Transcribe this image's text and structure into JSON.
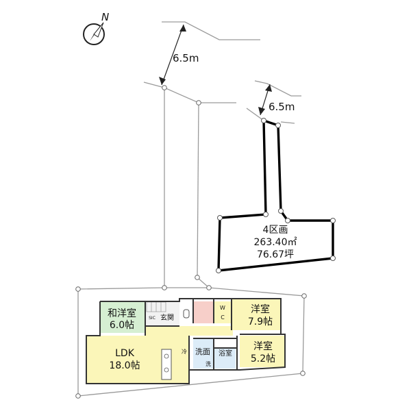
{
  "compass": {
    "label": "N",
    "icon": "north-arrow-icon"
  },
  "road_width_1": "6.5m",
  "road_width_2": "6.5m",
  "lot": {
    "name": "4区画",
    "area_m2": "263.40㎡",
    "area_tsubo": "76.67坪"
  },
  "rooms": {
    "wayo_name": "和洋室",
    "wayo_size": "6.0帖",
    "genkan": "玄関",
    "shoe": "SIC",
    "wic_w": "W",
    "wic_c": "C",
    "western1_name": "洋室",
    "western1_size": "7.9帖",
    "western2_name": "洋室",
    "western2_size": "5.2帖",
    "ldk_name": "LDK",
    "ldk_size": "18.0帖",
    "fridge": "冷",
    "senmen": "洗面",
    "bath": "浴室",
    "washer": "洗"
  },
  "colors": {
    "wayo": "#d6efd2",
    "yellow": "#fbf6b9",
    "pink": "#f7cfc9",
    "blue": "#dcecf8",
    "lot_line": "#000000",
    "property_line": "#999999"
  }
}
